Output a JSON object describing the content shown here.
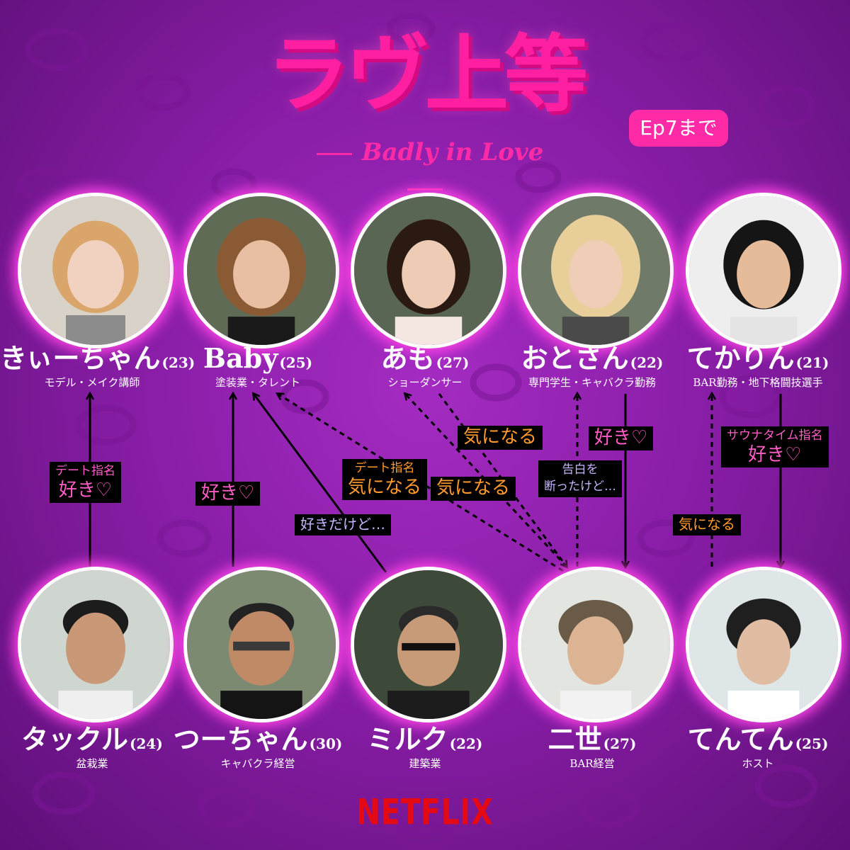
{
  "title": "ラヴ上等",
  "subtitle": "Badly in Love",
  "episode_badge": "Ep7まで",
  "logo": "NETFLIX",
  "colors": {
    "accent": "#ff2aa6",
    "background": "#8a1ea8",
    "glow": "#ff44e6",
    "netflix": "#e50914"
  },
  "women": [
    {
      "name": "きぃーちゃん",
      "age": "(23)",
      "role": "モデル・メイク講師"
    },
    {
      "name": "Baby",
      "age": "(25)",
      "role": "塗装業・タレント"
    },
    {
      "name": "あも",
      "age": "(27)",
      "role": "ショーダンサー"
    },
    {
      "name": "おとさん",
      "age": "(22)",
      "role": "専門学生・キャバクラ勤務"
    },
    {
      "name": "てかりん",
      "age": "(21)",
      "role": "BAR勤務・地下格闘技選手"
    }
  ],
  "men": [
    {
      "name": "タックル",
      "age": "(24)",
      "role": "盆栽業"
    },
    {
      "name": "つーちゃん",
      "age": "(30)",
      "role": "キャバクラ経営"
    },
    {
      "name": "ミルク",
      "age": "(22)",
      "role": "建築業"
    },
    {
      "name": "二世",
      "age": "(27)",
      "role": "BAR経営"
    },
    {
      "name": "てんてん",
      "age": "(25)",
      "role": "ホスト"
    }
  ],
  "relations": [
    {
      "from": "タックル",
      "to": "きぃーちゃん",
      "style": "solid",
      "top": "デート指名",
      "main": "好き♡"
    },
    {
      "from": "つーちゃん",
      "to": "Baby",
      "style": "solid",
      "main": "好き♡"
    },
    {
      "from": "ミルク",
      "to": "Baby",
      "style": "solid",
      "main": "好きだけど…"
    },
    {
      "from": "二世",
      "to": "Baby",
      "style": "dashed",
      "top": "デート指名",
      "main": "気になる"
    },
    {
      "from": "二世",
      "to": "あも",
      "style": "dashed",
      "main": "気になる"
    },
    {
      "from": "あも",
      "to": "二世",
      "style": "dashed",
      "main": "気になる"
    },
    {
      "from": "二世",
      "to": "おとさん",
      "style": "dashed",
      "top": "告白を",
      "main": "断ったけど…"
    },
    {
      "from": "おとさん",
      "to": "二世",
      "style": "solid",
      "main": "好き♡"
    },
    {
      "from": "てんてん",
      "to": "てかりん",
      "style": "dashed",
      "main": "気になる"
    },
    {
      "from": "てかりん",
      "to": "てんてん",
      "style": "solid",
      "top": "サウナタイム指名",
      "main": "好き♡"
    }
  ]
}
